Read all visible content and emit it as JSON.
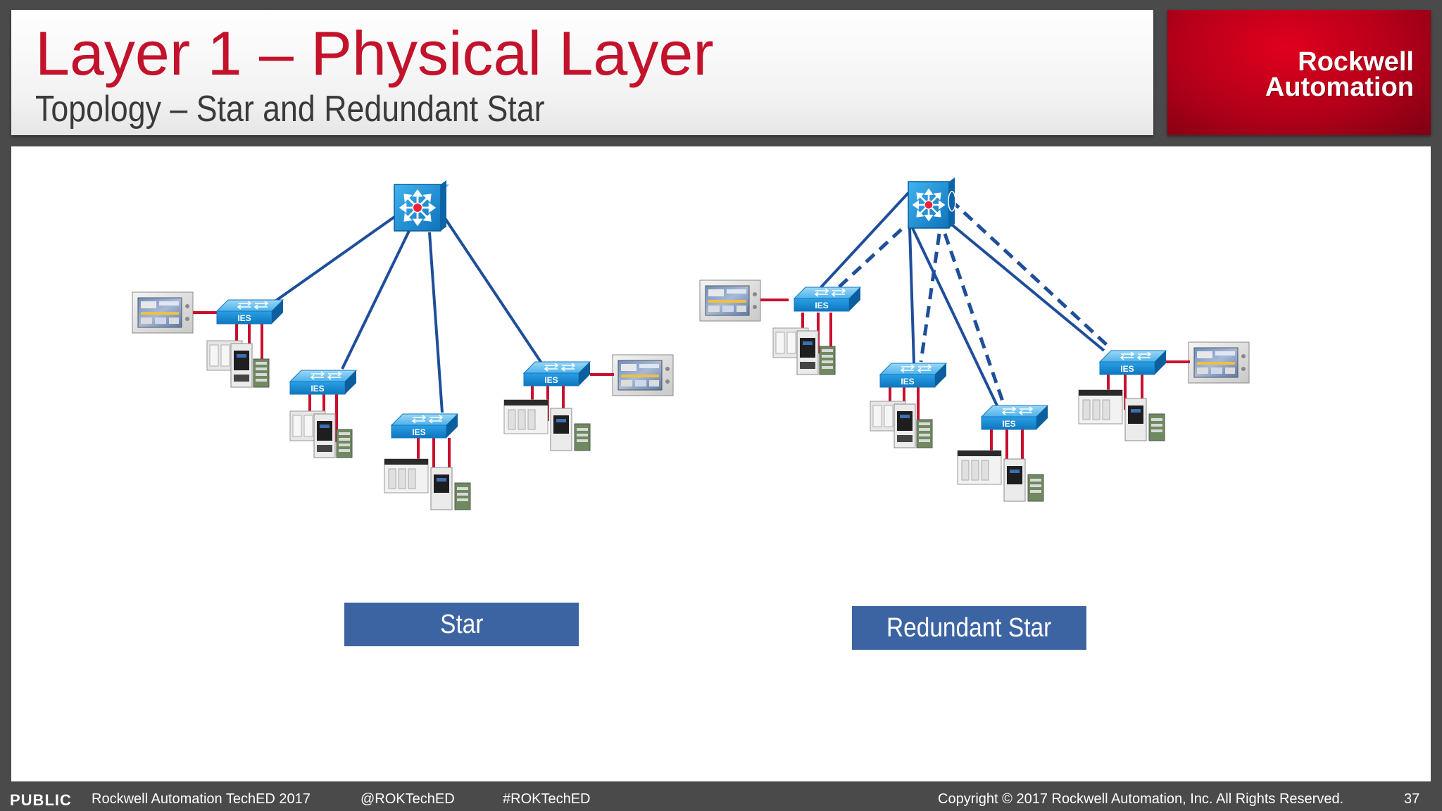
{
  "header": {
    "title": "Layer 1 – Physical Layer",
    "subtitle": "Topology – Star and Redundant Star"
  },
  "logo": {
    "line1": "Rockwell",
    "line2": "Automation"
  },
  "diagrams": {
    "star_label": "Star",
    "redundant_star_label": "Redundant Star",
    "switch_label": "IES"
  },
  "footer": {
    "classification": "PUBLIC",
    "event": "Rockwell Automation TechED 2017",
    "handle": "@ROKTechED",
    "hashtag": "#ROKTechED",
    "copyright": "Copyright © 2017 Rockwell Automation, Inc. All Rights Reserved.",
    "page": "37"
  },
  "colors": {
    "title_red": "#c3122b",
    "brand_red": "#cc0020",
    "link_blue": "#1f4e9a",
    "label_blue": "#3d64a2",
    "device_link_red": "#c8102e",
    "switch_blue": "#1e8fd6"
  }
}
